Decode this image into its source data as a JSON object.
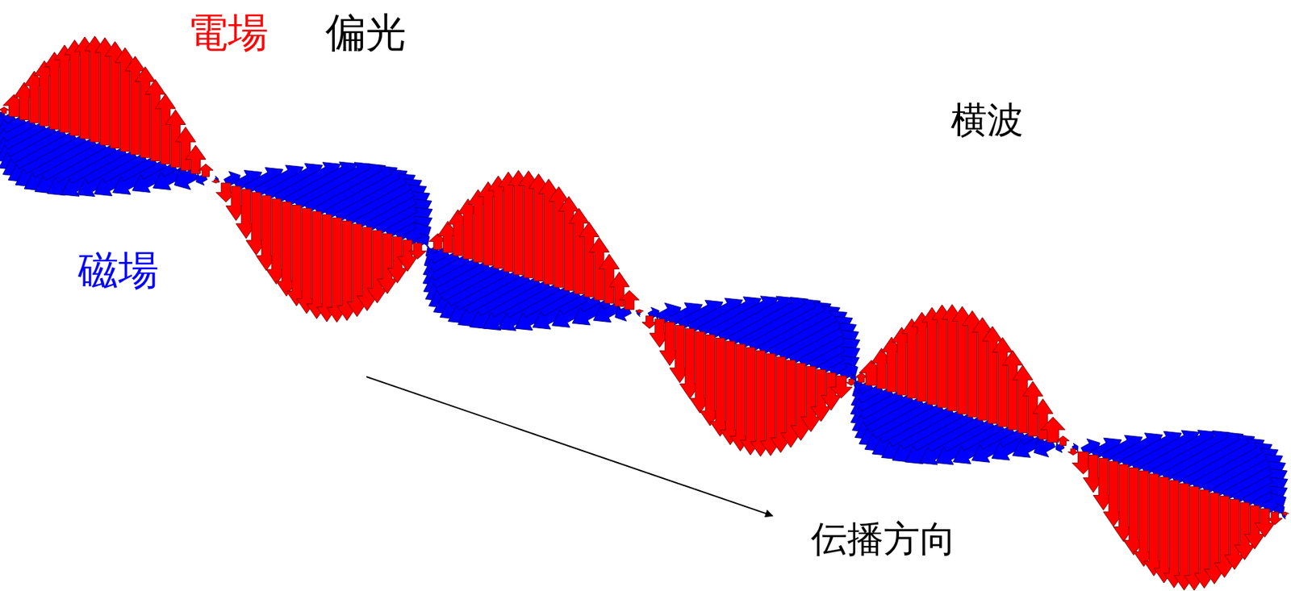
{
  "diagram": {
    "labels": [
      "電場",
      "偏光",
      "磁場",
      "横波",
      "伝播方向"
    ]
  }
}
